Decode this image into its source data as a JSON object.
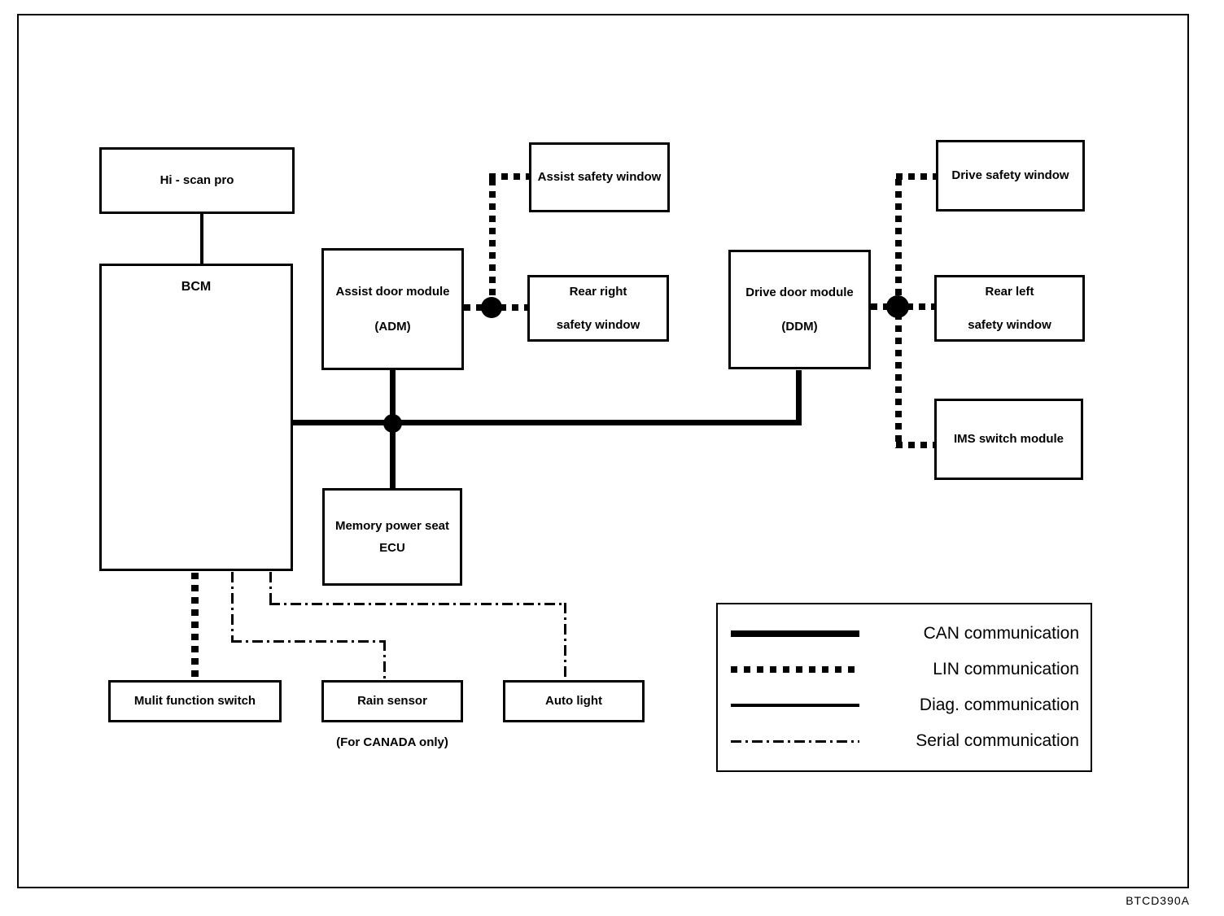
{
  "diagram": {
    "title_code": "BTCD390A",
    "colors": {
      "line": "#000000",
      "background": "#ffffff"
    },
    "boxes": {
      "hi_scan_pro": {
        "label": "Hi - scan pro"
      },
      "bcm": {
        "label": "BCM"
      },
      "adm": {
        "line1": "Assist door module",
        "line2": "(ADM)"
      },
      "assist_safety_window": {
        "label": "Assist safety window"
      },
      "rear_right_safety_window": {
        "line1": "Rear right",
        "line2": "safety window"
      },
      "ddm": {
        "line1": "Drive door module",
        "line2": "(DDM)"
      },
      "drive_safety_window": {
        "label": "Drive safety window"
      },
      "rear_left_safety_window": {
        "line1": "Rear left",
        "line2": "safety window"
      },
      "ims_switch_module": {
        "label": "IMS switch module"
      },
      "memory_power_seat_ecu": {
        "line1": "Memory power seat",
        "line2": "ECU"
      },
      "multi_function_switch": {
        "label": "Mulit function switch"
      },
      "rain_sensor": {
        "label": "Rain sensor"
      },
      "auto_light": {
        "label": "Auto light"
      }
    },
    "notes": {
      "canada_only": "(For CANADA only)"
    }
  },
  "legend": {
    "items": [
      {
        "type": "can",
        "label": "CAN communication"
      },
      {
        "type": "lin",
        "label": "LIN communication"
      },
      {
        "type": "diag",
        "label": "Diag. communication"
      },
      {
        "type": "serial",
        "label": "Serial communication"
      }
    ]
  }
}
